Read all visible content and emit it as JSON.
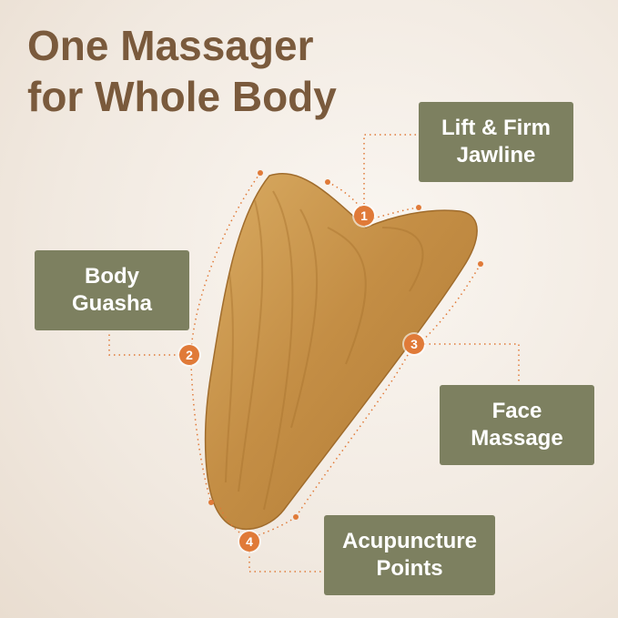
{
  "title": {
    "line1": "One Massager",
    "line2": "for Whole Body"
  },
  "labels": {
    "jawline": {
      "line1": "Lift & Firm",
      "line2": "Jawline"
    },
    "body": {
      "line1": "Body",
      "line2": "Guasha"
    },
    "face": {
      "line1": "Face",
      "line2": "Massage"
    },
    "acupuncture": {
      "line1": "Acupuncture",
      "line2": "Points"
    }
  },
  "badges": [
    "1",
    "2",
    "3",
    "4"
  ],
  "colors": {
    "title": "#7a5a3c",
    "label_bg": "#7d8060",
    "accent": "#e07a38",
    "wood": "#c9974f"
  }
}
